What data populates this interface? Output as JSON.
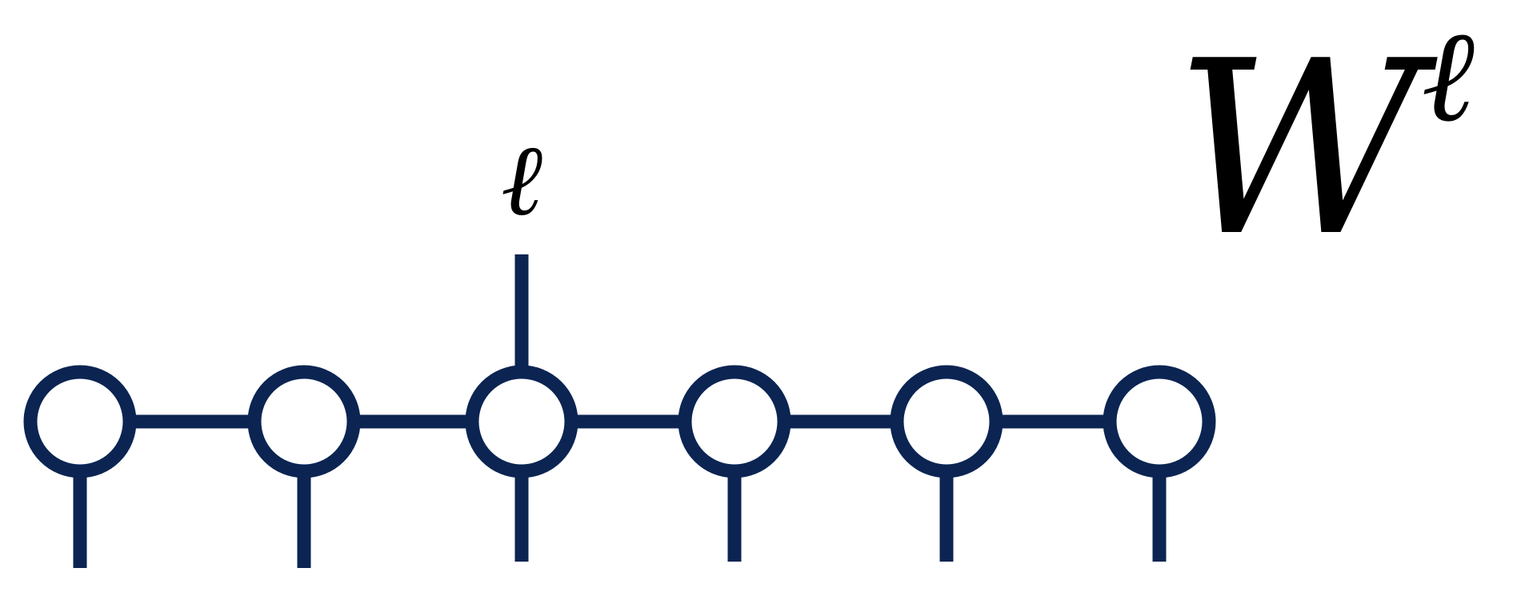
{
  "diagram": {
    "title": "W",
    "title_superscript": "ℓ",
    "index_label": "ℓ",
    "node_count": 6,
    "indexed_node": 3,
    "line_color": "#0b2452",
    "text_color": "#000000"
  }
}
